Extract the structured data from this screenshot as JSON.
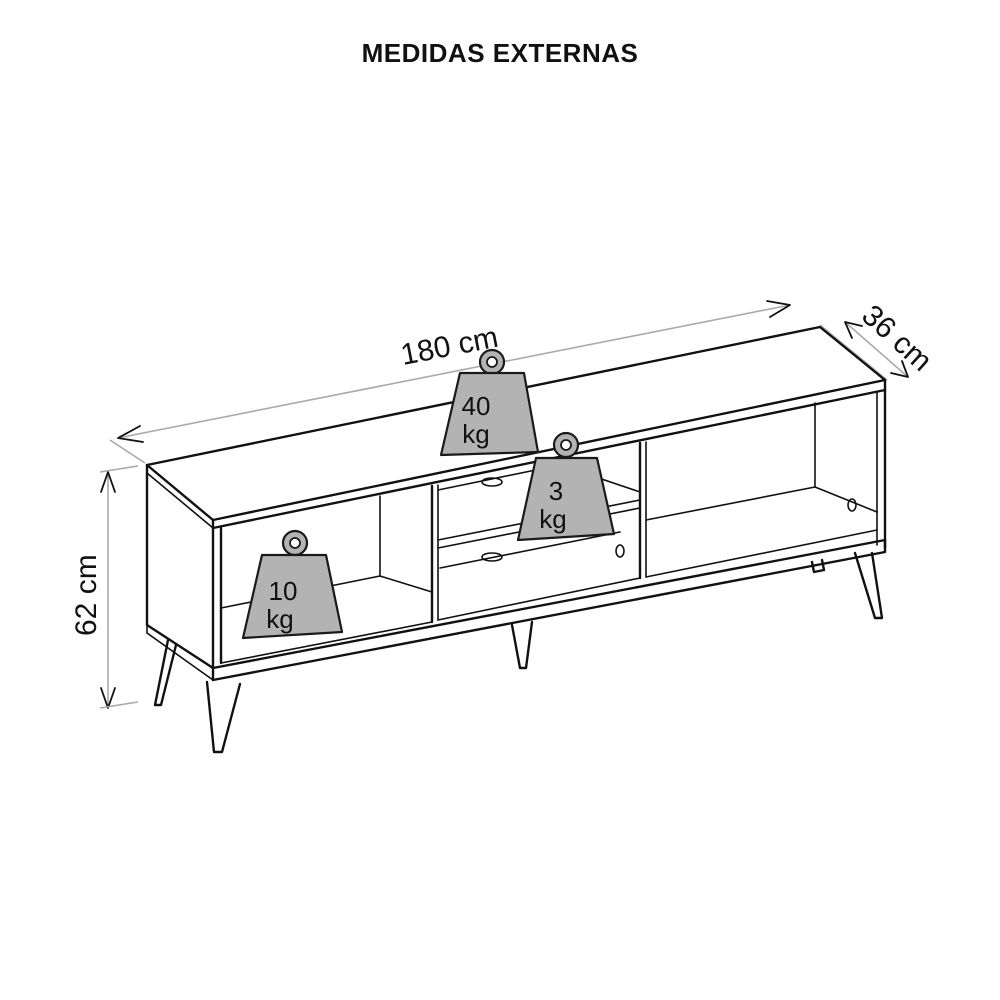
{
  "title": "MEDIDAS EXTERNAS",
  "dimensions": {
    "width": "180 cm",
    "depth": "36 cm",
    "height": "62 cm"
  },
  "load_capacities": [
    {
      "value": "40",
      "unit": "kg"
    },
    {
      "value": "3",
      "unit": "kg"
    },
    {
      "value": "10",
      "unit": "kg"
    }
  ]
}
